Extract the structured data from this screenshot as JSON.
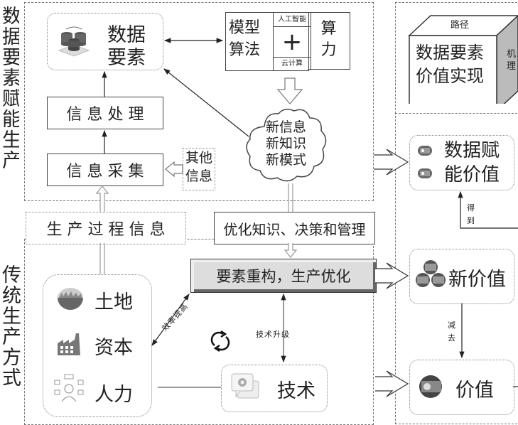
{
  "left_labels": {
    "top": "数据要素赋能生产",
    "bottom": "传统生产方式"
  },
  "top_region": {
    "data_element": "数据\n要素",
    "data_element_l1": "数据",
    "data_element_l2": "要素",
    "info_processing": "信 息 处 理",
    "info_collection": "信 息 采 集",
    "other_info_l1": "其他",
    "other_info_l2": "信息",
    "model_algorithm_l1": "模型",
    "model_algorithm_l2": "算法",
    "ai_label": "人工智能",
    "plus": "+",
    "cloud_label": "云计算",
    "compute_l1": "算",
    "compute_l2": "力",
    "cloud_l1": "新信息",
    "cloud_l2": "新知识",
    "cloud_l3": "新模式"
  },
  "middle": {
    "production_info": "生 产 过 程 信 息",
    "optimize": "优化知识、决策和管理",
    "restructure": "要素重构，生产优化"
  },
  "bottom_region": {
    "land": "土地",
    "capital": "资本",
    "labor": "人力",
    "efficiency": "效率提高",
    "tech_upgrade": "技术升级",
    "technology": "技术"
  },
  "right_column": {
    "path_label": "路径",
    "cube_l1": "数据要素",
    "cube_l2": "价值实现",
    "mechanism_l1": "机",
    "mechanism_l2": "理",
    "empower_l1": "数据赋",
    "empower_l2": "能价值",
    "obtain_l1": "得",
    "obtain_l2": "到",
    "new_value": "新价值",
    "subtract_l1": "减",
    "subtract_l2": "去",
    "value": "价值"
  }
}
